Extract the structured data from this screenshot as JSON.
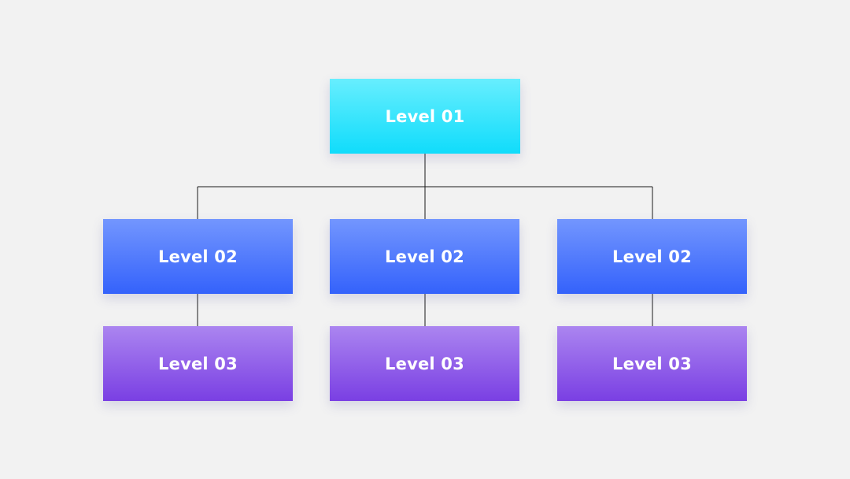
{
  "diagram": {
    "root": {
      "label": "Level 01",
      "gradient": [
        "#67eefe",
        "#10dcfb"
      ]
    },
    "level2": {
      "gradient": [
        "#7396fe",
        "#3462fb"
      ],
      "items": [
        {
          "label": "Level 02"
        },
        {
          "label": "Level 02"
        },
        {
          "label": "Level 02"
        }
      ]
    },
    "level3": {
      "gradient": [
        "#ab85f0",
        "#7a3fe3"
      ],
      "items": [
        {
          "label": "Level 03"
        },
        {
          "label": "Level 03"
        },
        {
          "label": "Level 03"
        }
      ]
    },
    "connector_color": "#1a1a1a"
  }
}
